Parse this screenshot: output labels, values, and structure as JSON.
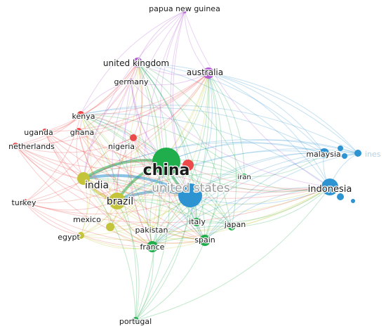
{
  "network": {
    "clusters": [
      {
        "id": "red",
        "color": "#ec4a4a"
      },
      {
        "id": "green",
        "color": "#1fae4b"
      },
      {
        "id": "blue",
        "color": "#2e93d1"
      },
      {
        "id": "yellow",
        "color": "#c4c43a"
      },
      {
        "id": "purple",
        "color": "#b35fd2"
      }
    ],
    "nodes": [
      {
        "id": "china",
        "label": "china",
        "cluster": "green"
      },
      {
        "id": "united-states",
        "label": "united states",
        "cluster": "blue"
      },
      {
        "id": "india",
        "label": "india",
        "cluster": "yellow"
      },
      {
        "id": "brazil",
        "label": "brazil",
        "cluster": "yellow"
      },
      {
        "id": "mexico",
        "label": "mexico",
        "cluster": "yellow"
      },
      {
        "id": "egypt",
        "label": "egypt",
        "cluster": "yellow"
      },
      {
        "id": "pakistan",
        "label": "pakistan",
        "cluster": "yellow"
      },
      {
        "id": "indonesia",
        "label": "indonesia",
        "cluster": "blue"
      },
      {
        "id": "malaysia",
        "label": "malaysia",
        "cluster": "blue"
      },
      {
        "id": "philippines",
        "label": "ines",
        "cluster": "blue"
      },
      {
        "id": "iran",
        "label": "iran",
        "cluster": "green"
      },
      {
        "id": "italy",
        "label": "italy",
        "cluster": "green"
      },
      {
        "id": "japan",
        "label": "japan",
        "cluster": "green"
      },
      {
        "id": "spain",
        "label": "spain",
        "cluster": "green"
      },
      {
        "id": "france",
        "label": "france",
        "cluster": "green"
      },
      {
        "id": "portugal",
        "label": "portugal",
        "cluster": "green"
      },
      {
        "id": "kenya",
        "label": "kenya",
        "cluster": "red"
      },
      {
        "id": "uganda",
        "label": "uganda",
        "cluster": "red"
      },
      {
        "id": "ghana",
        "label": "ghana",
        "cluster": "red"
      },
      {
        "id": "netherlands",
        "label": "netherlands",
        "cluster": "red"
      },
      {
        "id": "nigeria",
        "label": "nigeria",
        "cluster": "red"
      },
      {
        "id": "turkey",
        "label": "turkey",
        "cluster": "red"
      },
      {
        "id": "united-kingdom",
        "label": "united kingdom",
        "cluster": "purple"
      },
      {
        "id": "germany",
        "label": "germany",
        "cluster": "purple"
      },
      {
        "id": "australia",
        "label": "australia",
        "cluster": "purple"
      },
      {
        "id": "papua-new-guinea",
        "label": "papua new guinea",
        "cluster": "purple"
      }
    ]
  }
}
